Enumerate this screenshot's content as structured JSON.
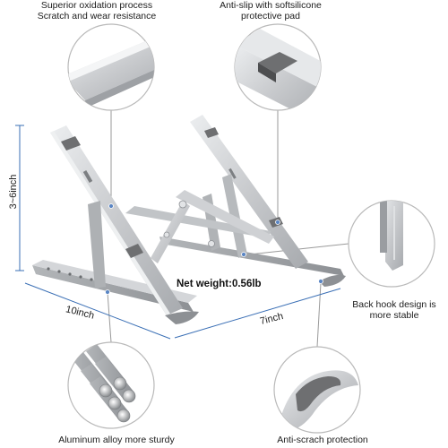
{
  "callouts": {
    "top_left": {
      "line1": "Superior oxidation process",
      "line2": "Scratch and wear resistance",
      "icon": "aluminum-surface-closeup"
    },
    "top_right": {
      "line1": "Anti-slip with softsilicone",
      "line2": "protective pad",
      "icon": "silicone-pad-closeup"
    },
    "right": {
      "line1": "Back hook design is",
      "line2": "more stable",
      "icon": "back-hook-closeup"
    },
    "bottom_left": {
      "text": "Aluminum alloy more sturdy",
      "icon": "aluminum-rods-closeup"
    },
    "bottom_right": {
      "text": "Anti-scrach protection",
      "icon": "rubber-foot-closeup"
    }
  },
  "dimensions": {
    "height": "3~6inch",
    "depth": "10inch",
    "width": "7inch"
  },
  "net_weight": "Net weight:0.56lb",
  "colors": {
    "dimension_lines": "#3a6fb5",
    "leader_lines": "#9a9a9a",
    "metal": "#c9cbce",
    "pad": "#6e6f71"
  }
}
